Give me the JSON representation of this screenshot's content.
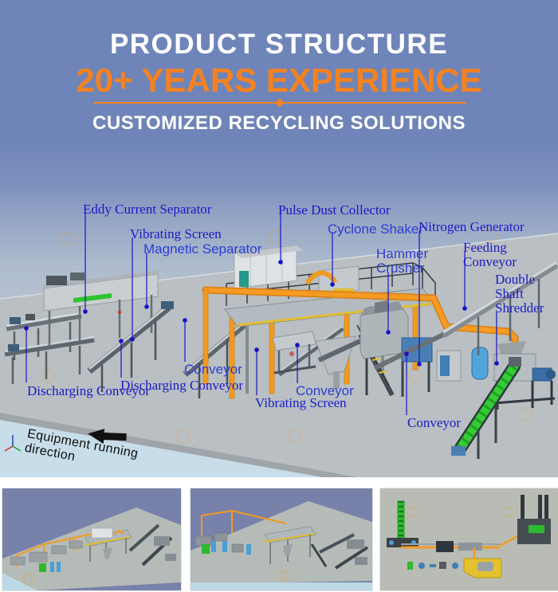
{
  "header": {
    "title": "PRODUCT STRUCTURE",
    "years": "20+ YEARS EXPERIENCE",
    "tagline": "CUSTOMIZED RECYCLING SOLUTIONS"
  },
  "colors": {
    "accent_orange": "#F5821F",
    "background_blue": "#6F85B9",
    "label_blue_serif": "#1A1AC4",
    "label_blue_sans": "#2C3ED2",
    "platform_gray": "#B9BFC2",
    "water_blue": "#C7DDE9",
    "conveyor_green": "#35C935"
  },
  "diagram": {
    "labels": [
      {
        "text": "Eddy Current Separator"
      },
      {
        "text": "Vibrating Screen"
      },
      {
        "text": "Magnetic Separator"
      },
      {
        "text": "Pulse Dust Collector"
      },
      {
        "text": "Cyclone Shaker"
      },
      {
        "text": "Nitrogen Generator"
      },
      {
        "text": "Hammer\nCrusher"
      },
      {
        "text": "Feeding Conveyor"
      },
      {
        "text": "Double\nShaft\nShredder"
      },
      {
        "text": "Discharging Conveyor"
      },
      {
        "text": "Discharging Conveyor"
      },
      {
        "text": "Conveyor"
      },
      {
        "text": "Conveyor"
      },
      {
        "text": "Vibrating Screen"
      },
      {
        "text": "Conveyor"
      }
    ],
    "direction_note": "Equipment running direction"
  }
}
